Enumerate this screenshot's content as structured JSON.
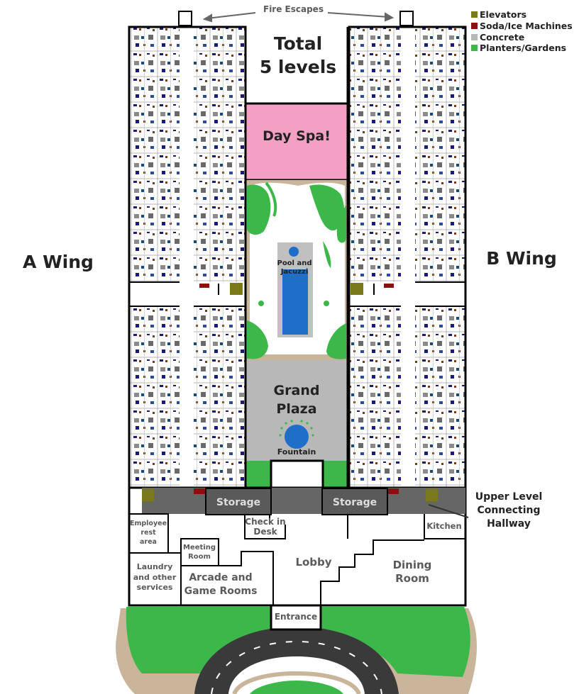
{
  "legend": {
    "items": [
      {
        "label": "Elevators",
        "color": "#7a7a1a"
      },
      {
        "label": "Soda/Ice Machines",
        "color": "#8a1010"
      },
      {
        "label": "Concrete",
        "color": "#b8b8b8"
      },
      {
        "label": "Planters/Gardens",
        "color": "#3cb84a"
      }
    ]
  },
  "labels": {
    "fire_escapes": "Fire Escapes",
    "total_line1": "Total",
    "total_line2": "5 levels",
    "day_spa": "Day Spa!",
    "a_wing": "A Wing",
    "b_wing": "B Wing",
    "pool_line1": "Pool and",
    "pool_line2": "Jacuzzi",
    "grand_line1": "Grand",
    "grand_line2": "Plaza",
    "fountain": "Fountain",
    "storage_left": "Storage",
    "storage_right": "Storage",
    "upper_line1": "Upper Level",
    "upper_line2": "Connecting",
    "upper_line3": "Hallway",
    "checkin_line1": "Check in",
    "checkin_line2": "Desk",
    "employee_line1": "Employee",
    "employee_line2": "rest",
    "employee_line3": "area",
    "kitchen": "Kitchen",
    "meeting_line1": "Meeting",
    "meeting_line2": "Room",
    "lobby": "Lobby",
    "dining_line1": "Dining",
    "dining_line2": "Room",
    "laundry_line1": "Laundry",
    "laundry_line2": "and other",
    "laundry_line3": "services",
    "arcade_line1": "Arcade and",
    "arcade_line2": "Game Rooms",
    "entrance": "Entrance"
  },
  "colors": {
    "garden": "#3cb84a",
    "dirt": "#c9b59a",
    "concrete": "#b8b8b8",
    "spa": "#f4a0c4",
    "pool": "#1f6fc8",
    "hallway": "#666666",
    "storage": "#5a5a5a",
    "road": "#3a3a3a",
    "elevator": "#7a7a1a",
    "soda": "#8a1010"
  }
}
